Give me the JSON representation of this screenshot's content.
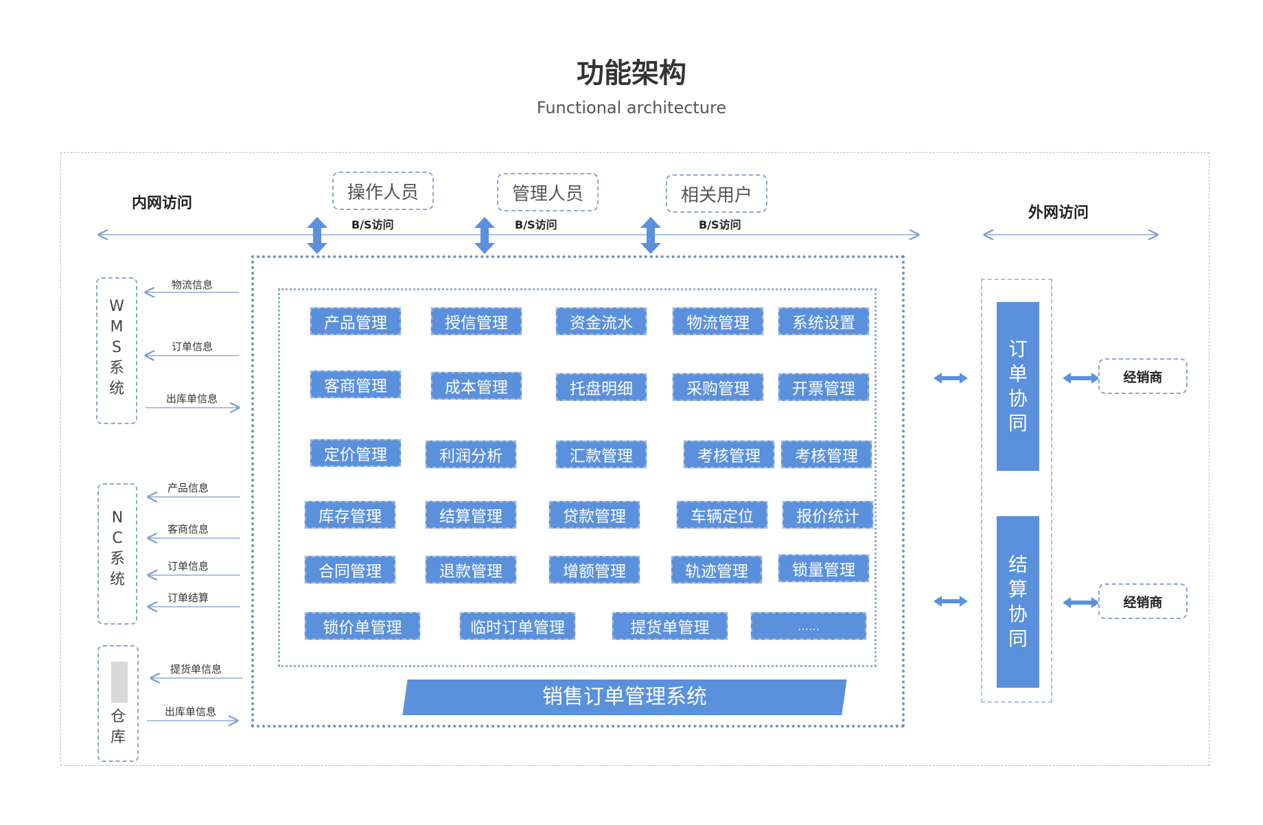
{
  "header": {
    "title": "功能架构",
    "subtitle": "Functional architecture"
  },
  "network": {
    "intranet": "内网访问",
    "extranet": "外网访问",
    "bs_access": "B/S访问"
  },
  "roles": [
    "操作人员",
    "管理人员",
    "相关用户"
  ],
  "systems": {
    "wms": {
      "label": "WMS系统",
      "chars": [
        "W",
        "M",
        "S",
        "系",
        "统"
      ],
      "flows": [
        "物流信息",
        "订单信息",
        "出库单信息"
      ]
    },
    "nc": {
      "label": "NC系统",
      "chars": [
        "N",
        "C",
        "系",
        "统"
      ],
      "flows": [
        "产品信息",
        "客商信息",
        "订单信息",
        "订单结算"
      ]
    },
    "warehouse": {
      "label": "仓库",
      "chars": [
        "仓",
        "库"
      ],
      "flows": [
        "提货单信息",
        "出库单信息"
      ]
    }
  },
  "modules": {
    "row1": [
      "产品管理",
      "授信管理",
      "资金流水",
      "物流管理",
      "系统设置"
    ],
    "row2": [
      "客商管理",
      "成本管理",
      "托盘明细",
      "采购管理",
      "开票管理"
    ],
    "row3": [
      "定价管理",
      "利润分析",
      "汇款管理",
      "考核管理",
      "考核管理"
    ],
    "row4": [
      "库存管理",
      "结算管理",
      "贷款管理",
      "车辆定位",
      "报价统计"
    ],
    "row5": [
      "合同管理",
      "退款管理",
      "增额管理",
      "轨迹管理",
      "锁量管理"
    ],
    "row6": [
      "锁价单管理",
      "临时订单管理",
      "提货单管理",
      "……"
    ]
  },
  "main_system": "销售订单管理系统",
  "collaboration": {
    "order": {
      "label": "订单协同",
      "chars": [
        "订",
        "单",
        "协",
        "同"
      ]
    },
    "settlement": {
      "label": "结算协同",
      "chars": [
        "结",
        "算",
        "协",
        "同"
      ]
    }
  },
  "dealer": "经销商",
  "colors": {
    "module_blue": "#5a90dc",
    "line_blue": "#7b9cd0",
    "border_dashed": "#8fa6c7"
  }
}
